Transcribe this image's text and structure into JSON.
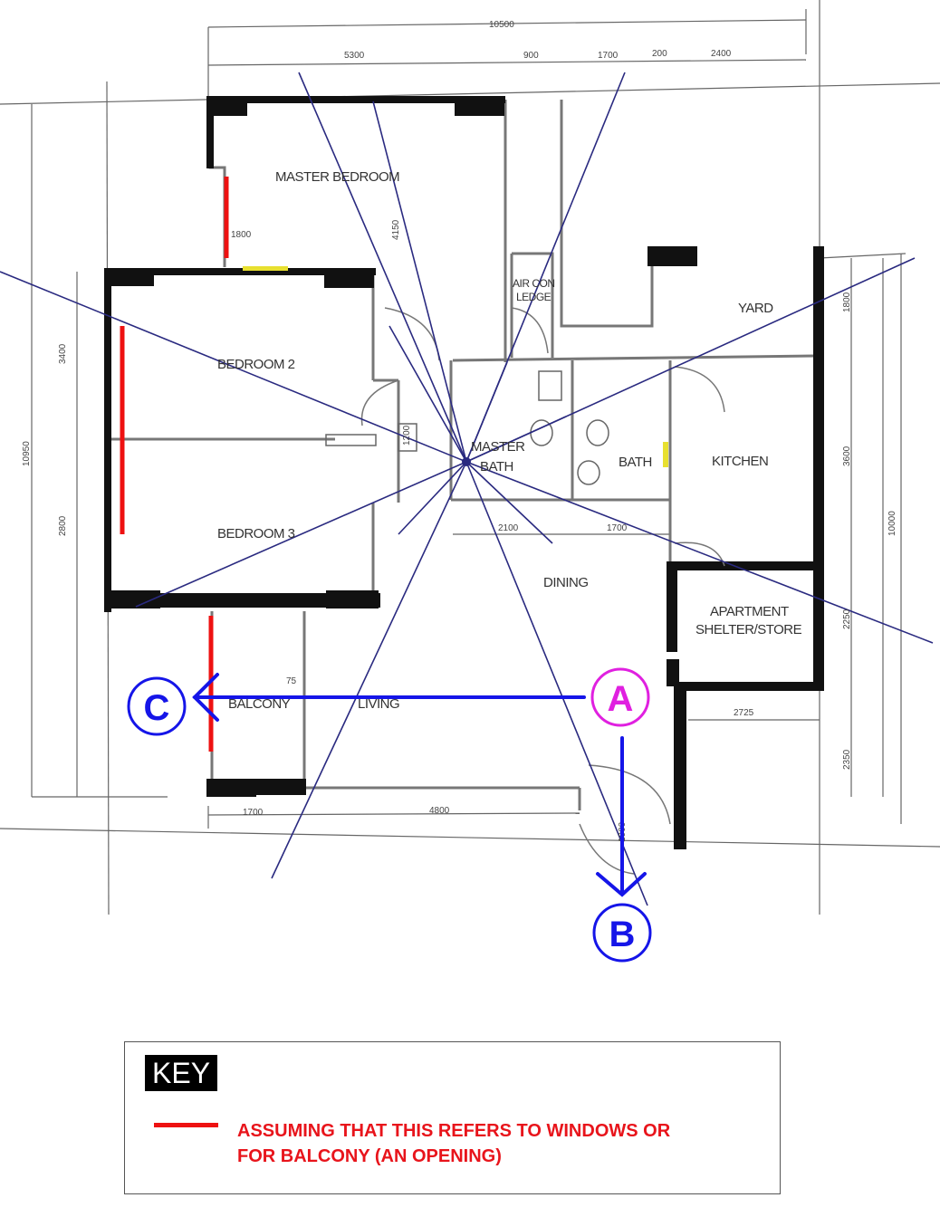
{
  "rooms": {
    "master_bedroom": "MASTER BEDROOM",
    "bedroom_2": "BEDROOM 2",
    "bedroom_3": "BEDROOM 3",
    "air_con_line1": "AIR CON",
    "air_con_line2": "LEDGE",
    "yard": "YARD",
    "master_bath_line1": "MASTER",
    "master_bath_line2": "BATH",
    "bath": "BATH",
    "kitchen": "KITCHEN",
    "dining": "DINING",
    "shelter_line1": "APARTMENT",
    "shelter_line2": "SHELTER/STORE",
    "balcony": "BALCONY",
    "living": "LIVING"
  },
  "dimensions": {
    "top_total": "10500",
    "top_5300": "5300",
    "top_900": "900",
    "top_1700": "1700",
    "top_200": "200",
    "top_2400": "2400",
    "master_4150": "4150",
    "win_1800": "1800",
    "left_3400": "3400",
    "left_total": "10950",
    "left_2800": "2800",
    "corridor_1200": "1200",
    "mid_2100": "2100",
    "mid_1700": "1700",
    "right_1800": "1800",
    "right_3600": "3600",
    "right_10000": "10000",
    "right_2250": "2250",
    "store_2725": "2725",
    "right_2350": "2350",
    "bottom_1700": "1700",
    "bottom_4800": "4800",
    "door_1000": "1000",
    "balcony_75": "75"
  },
  "markers": {
    "a": "A",
    "b": "B",
    "c": "C"
  },
  "key": {
    "title": "KEY",
    "line1": "ASSUMING THAT THIS REFERS TO WINDOWS OR",
    "line2": "FOR BALCONY (AN OPENING)"
  },
  "colors": {
    "wall": "#111111",
    "thin_wall": "#777777",
    "window_red": "#ee1111",
    "arrow_blue": "#1515e8",
    "marker_a_magenta": "#e020e0",
    "sector_line_navy": "#2a2a80",
    "key_text_red": "#e8141b"
  },
  "icons": {
    "window": "red-window-line",
    "arrow": "direction-arrow"
  }
}
